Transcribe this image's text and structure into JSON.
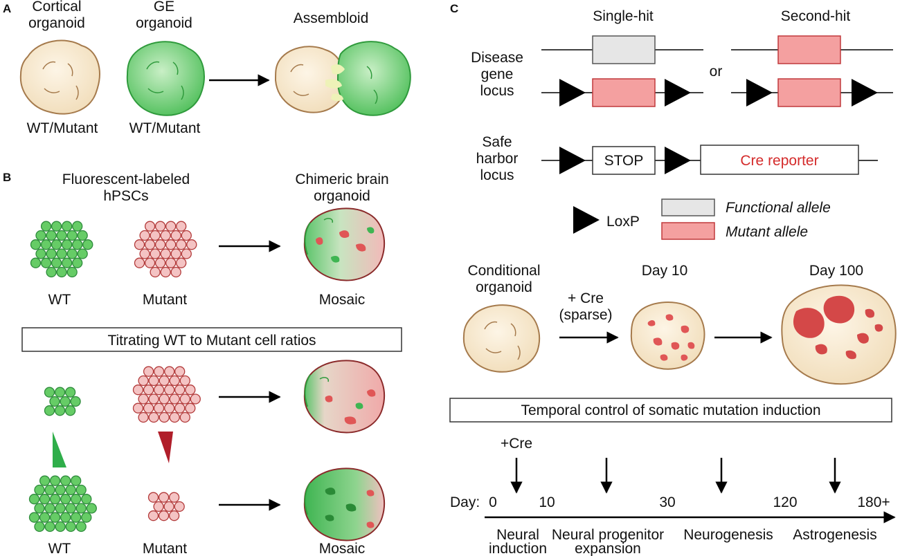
{
  "colors": {
    "cortical_fill": "#f6e6c8",
    "cortical_stroke": "#a57a4c",
    "ge_fill": "#7cd47c",
    "ge_stroke": "#2f9a3c",
    "wt_cell": "#66cc66",
    "wt_cell_stroke": "#2e8b3c",
    "mutant_cell": "#f4c3c3",
    "mutant_cell_stroke": "#b23a3a",
    "mutant_patch": "#e05656",
    "functional_allele": "#e6e6e6",
    "mutant_allele": "#f4a0a0",
    "cre_text": "#d42b2b"
  },
  "panel_a": {
    "letter": "A",
    "cortical_line1": "Cortical",
    "cortical_line2": "organoid",
    "ge_line1": "GE",
    "ge_line2": "organoid",
    "assembloid": "Assembloid",
    "wt_mutant_1": "WT/Mutant",
    "wt_mutant_2": "WT/Mutant"
  },
  "panel_b": {
    "letter": "B",
    "header_line1": "Fluorescent-labeled",
    "header_line2": "hPSCs",
    "chimeric_line1": "Chimeric brain",
    "chimeric_line2": "organoid",
    "wt_top": "WT",
    "mutant_top": "Mutant",
    "mosaic_top": "Mosaic",
    "titration_box": "Titrating WT to Mutant cell ratios",
    "wt_bottom": "WT",
    "mutant_bottom": "Mutant",
    "mosaic_bottom": "Mosaic"
  },
  "panel_c": {
    "letter": "C",
    "single_hit": "Single-hit",
    "second_hit": "Second-hit",
    "or": "or",
    "disease_line1": "Disease",
    "disease_line2": "gene",
    "disease_line3": "locus",
    "safe_line1": "Safe",
    "safe_line2": "harbor",
    "safe_line3": "locus",
    "stop": "STOP",
    "cre_reporter": "Cre reporter",
    "loxp": "LoxP",
    "functional_allele": "Functional allele",
    "mutant_allele": "Mutant allele",
    "conditional_line1": "Conditional",
    "conditional_line2": "organoid",
    "cre_line1": "+ Cre",
    "cre_line2": "(sparse)",
    "day10": "Day 10",
    "day100": "Day 100",
    "temporal_box": "Temporal control of somatic mutation induction",
    "plus_cre": "+Cre",
    "day_label": "Day:",
    "ticks": [
      "0",
      "10",
      "30",
      "120",
      "180+"
    ],
    "stages": {
      "neural_line1": "Neural",
      "neural_line2": "induction",
      "progenitor_line1": "Neural progenitor",
      "progenitor_line2": "expansion",
      "neurogenesis": "Neurogenesis",
      "astrogenesis": "Astrogenesis"
    }
  }
}
